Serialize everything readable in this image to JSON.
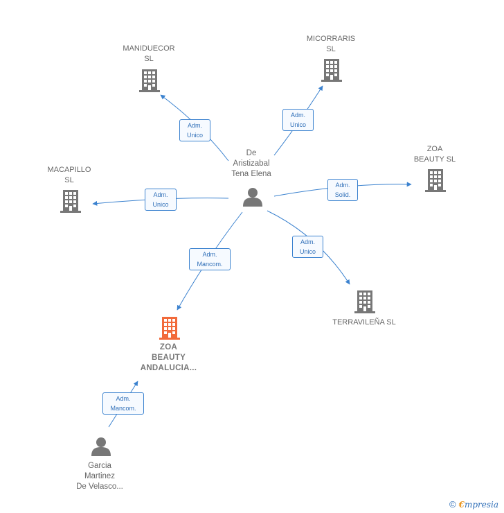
{
  "center_person": {
    "label": "De\nAristizabal\nTena Elena"
  },
  "second_person": {
    "label": "Garcia\nMartinez\nDe Velasco..."
  },
  "companies": {
    "maniduecor": {
      "label": "MANIDUECOR\nSL"
    },
    "micorraris": {
      "label": "MICORRARIS\nSL"
    },
    "zoa_beauty": {
      "label": "ZOA\nBEAUTY  SL"
    },
    "macapillo": {
      "label": "MACAPILLO\nSL"
    },
    "terravilena": {
      "label": "TERRAVILEÑA SL"
    },
    "zoa_andalucia": {
      "label": "ZOA\nBEAUTY\nANDALUCIA..."
    }
  },
  "edges": {
    "maniduecor": "Adm.\nUnico",
    "micorraris": "Adm.\nUnico",
    "zoa_beauty": "Adm.\nSolid.",
    "macapillo": "Adm.\nUnico",
    "terravilena": "Adm.\nUnico",
    "zoa_andalucia": "Adm.\nMancom.",
    "second_person": "Adm.\nMancom."
  },
  "footer": {
    "copyright": "©",
    "brand_initial": "€",
    "brand_rest": "mpresia"
  },
  "colors": {
    "edge": "#3b82cf",
    "node": "#777777",
    "highlight": "#f26a3a"
  }
}
